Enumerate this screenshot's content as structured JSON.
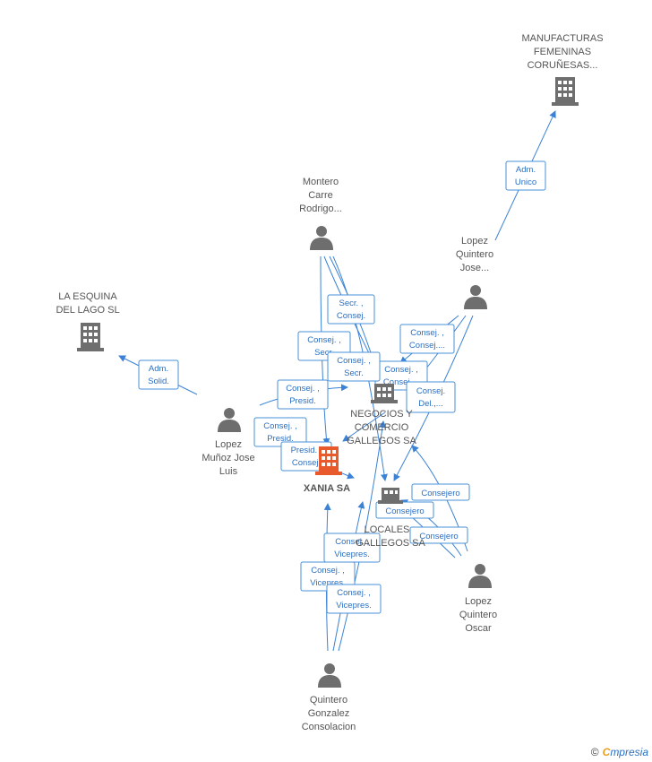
{
  "nodes": {
    "xania": "XANIA SA",
    "negocios": [
      "NEGOCIOS Y",
      "COMERCIO",
      "GALLEGOS SA"
    ],
    "locales": [
      "LOCALES",
      "GALLEGOS SA"
    ],
    "manufacturas": [
      "MANUFACTURAS",
      "FEMENINAS",
      "CORUÑESAS..."
    ],
    "esquina": [
      "LA ESQUINA",
      "DEL LAGO SL"
    ],
    "montero": [
      "Montero",
      "Carre",
      "Rodrigo..."
    ],
    "lopez_quintero_jose": [
      "Lopez",
      "Quintero",
      "Jose..."
    ],
    "lopez_munoz": [
      "Lopez",
      "Muñoz Jose",
      "Luis"
    ],
    "lopez_quintero_oscar": [
      "Lopez",
      "Quintero",
      "Oscar"
    ],
    "quintero_gonzalez": [
      "Quintero",
      "Gonzalez",
      "Consolacion"
    ]
  },
  "relations": {
    "adm_unico": [
      "Adm.",
      "Unico"
    ],
    "adm_solid": [
      "Adm.",
      "Solid."
    ],
    "secr_consej": [
      "Secr. ,",
      "Consej."
    ],
    "consej_secr_a": [
      "Consej. ,",
      "Secr."
    ],
    "consej_secr_b": [
      "Consej. ,",
      "Secr."
    ],
    "consej_consej_a": [
      "Consej. ,",
      "Consej...."
    ],
    "consej_consej_b": [
      "Consej. ,",
      "Consej...."
    ],
    "consej_del": [
      "Consej.",
      "Del.,..."
    ],
    "consej_presid_a": [
      "Consej. ,",
      "Presid."
    ],
    "consej_presid_b": [
      "Consej. ,",
      "Presid."
    ],
    "presid_consej": [
      "Presid. ,",
      "Consej."
    ],
    "consejero_a": [
      "Consejero"
    ],
    "consejero_b": [
      "Consejero"
    ],
    "consejero_c": [
      "Consejero"
    ],
    "consej_vicepres_a": [
      "Consej. ,",
      "Vicepres."
    ],
    "consej_vicepres_b": [
      "Consej. ,",
      "Vicepres."
    ],
    "consej_vicepres_c": [
      "Consej. ,",
      "Vicepres."
    ]
  },
  "footer": {
    "copyright": "©",
    "brand_first": "C",
    "brand_rest": "mpresia"
  },
  "colors": {
    "edge": "#3b82d6",
    "main_company": "#e8592c",
    "node_icon": "#6e6e6e"
  }
}
